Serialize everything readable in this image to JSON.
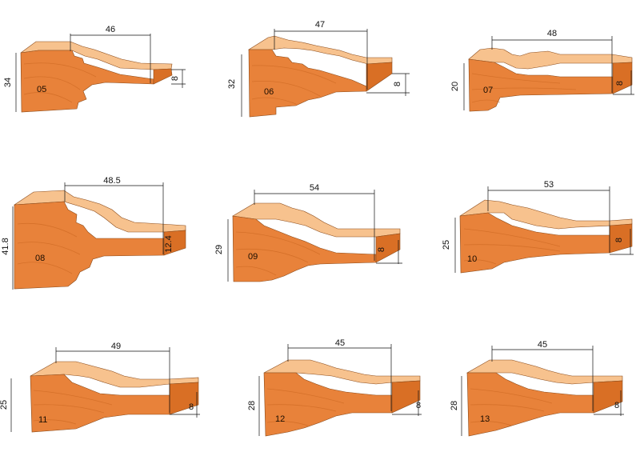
{
  "profiles": [
    {
      "code": "05",
      "width": "46",
      "height": "34",
      "depth": "8"
    },
    {
      "code": "06",
      "width": "47",
      "height": "32",
      "depth": "8"
    },
    {
      "code": "07",
      "width": "48",
      "height": "20",
      "depth": "8"
    },
    {
      "code": "08",
      "width": "48.5",
      "height": "41.8",
      "depth": "12.4"
    },
    {
      "code": "09",
      "width": "54",
      "height": "29",
      "depth": "8"
    },
    {
      "code": "10",
      "width": "53",
      "height": "25",
      "depth": "8"
    },
    {
      "code": "11",
      "width": "49",
      "height": "25",
      "depth": "8"
    },
    {
      "code": "12",
      "width": "45",
      "height": "28",
      "depth": "8"
    },
    {
      "code": "13",
      "width": "45",
      "height": "28",
      "depth": "8"
    }
  ],
  "colors": {
    "wood_front": "#e8823a",
    "wood_top": "#f7c28e",
    "wood_side": "#d96f25",
    "grain": "#c9651f",
    "outline": "#8a4a1a",
    "dimension": "#111111"
  }
}
